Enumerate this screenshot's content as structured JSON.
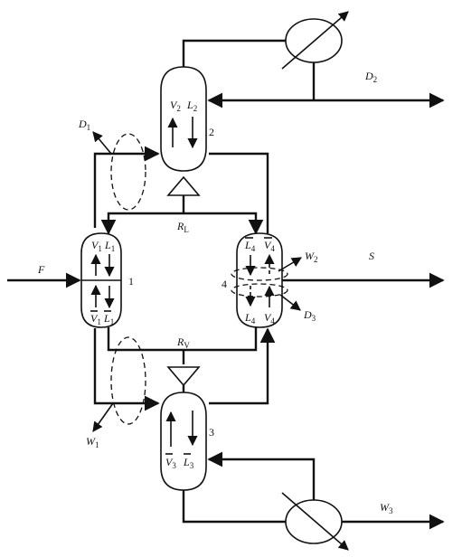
{
  "feed": "F",
  "side_product": "S",
  "streams": {
    "D1": {
      "sym": "D",
      "sub": "1"
    },
    "D2": {
      "sym": "D",
      "sub": "2"
    },
    "D3": {
      "sym": "D",
      "sub": "3"
    },
    "W1": {
      "sym": "W",
      "sub": "1"
    },
    "W2": {
      "sym": "W",
      "sub": "2"
    },
    "W3": {
      "sym": "W",
      "sub": "3"
    },
    "RL": {
      "sym": "R",
      "sub": "L"
    },
    "RV": {
      "sym": "R",
      "sub": "V"
    }
  },
  "columns": {
    "c1": {
      "number": "1",
      "top_v": "1",
      "top_l": "1",
      "bot_v": "1",
      "bot_l": "1"
    },
    "c2": {
      "number": "2",
      "v": "2",
      "l": "2"
    },
    "c3": {
      "number": "3",
      "v": "3",
      "l": "3"
    },
    "c4": {
      "number": "4",
      "top_l": "4",
      "top_v": "4",
      "bot_l": "4",
      "bot_v": "4"
    }
  },
  "symbols": {
    "vapor": "V",
    "liquid": "L"
  }
}
